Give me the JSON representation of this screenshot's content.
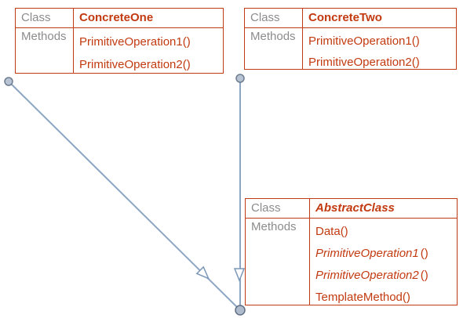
{
  "diagram": {
    "boxes": {
      "concrete_one": {
        "class_label": "Class",
        "class_name": "ConcreteOne",
        "methods_label": "Methods",
        "methods": [
          {
            "name": "PrimitiveOperation1",
            "parens": "()"
          },
          {
            "name": "PrimitiveOperation2",
            "parens": "()"
          }
        ]
      },
      "concrete_two": {
        "class_label": "Class",
        "class_name": "ConcreteTwo",
        "methods_label": "Methods",
        "methods": [
          {
            "name": "PrimitiveOperation1",
            "parens": "()"
          },
          {
            "name": "PrimitiveOperation2",
            "parens": "()"
          }
        ]
      },
      "abstract_class": {
        "class_label": "Class",
        "class_name": "AbstractClass",
        "methods_label": "Methods",
        "methods": [
          {
            "name": "Data",
            "parens": "()"
          },
          {
            "name": "PrimitiveOperation1",
            "parens": "()"
          },
          {
            "name": "PrimitiveOperation2",
            "parens": "()"
          },
          {
            "name": "TemplateMethod",
            "parens": "()"
          }
        ]
      }
    },
    "colors": {
      "accent_red": "#c23a10",
      "label_gray": "#8c8c8c",
      "connector_blue": "#8ca6c4",
      "connector_dot_fill": "#b8c4d4",
      "connector_dot_stroke": "#6e7c90"
    }
  }
}
